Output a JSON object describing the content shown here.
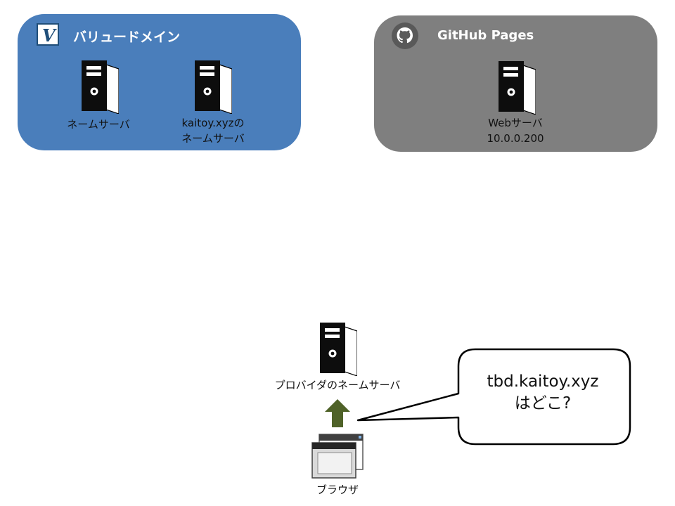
{
  "panels": {
    "value_domain": {
      "title": "バリュードメイン",
      "logo": "V",
      "color": "#4a7ebb"
    },
    "github_pages": {
      "title": "GitHub Pages",
      "color": "#7f7f7f"
    }
  },
  "servers": {
    "value_ns": {
      "label": "ネームサーバ"
    },
    "kaitoy_ns": {
      "label_line1": "kaitoy.xyzの",
      "label_line2": "ネームサーバ"
    },
    "web": {
      "label_line1": "Webサーバ",
      "label_line2": "10.0.0.200"
    },
    "provider_ns": {
      "label": "プロバイダのネームサーバ"
    }
  },
  "browser": {
    "label": "ブラウザ"
  },
  "arrow": {
    "color": "#4f6228",
    "direction": "up"
  },
  "bubble": {
    "line1": "tbd.kaitoy.xyz",
    "line2": "はどこ?"
  }
}
